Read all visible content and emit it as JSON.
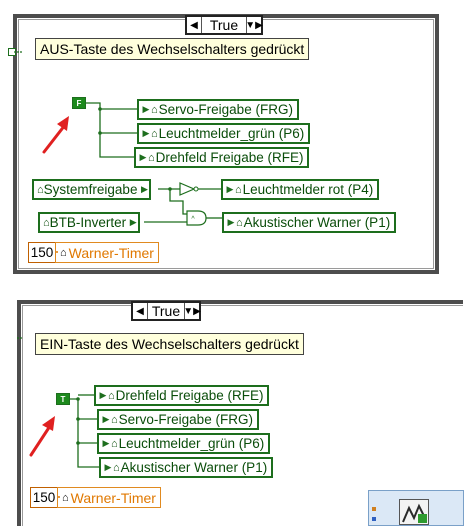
{
  "case1": {
    "selector": "True",
    "comment": "AUS-Taste des Wechselschalters gedrückt",
    "constant": "F",
    "outputs": [
      "Servo-Freigabe (FRG)",
      "Leuchtmelder_grün (P6)",
      "Drehfeld Freigabe (RFE)"
    ],
    "inputs": [
      "Systemfreigabe",
      "BTB-Inverter"
    ],
    "outputs2": [
      "Leuchtmelder rot (P4)",
      "Akustischer Warner (P1)"
    ],
    "timer_value": "150",
    "timer_label": "Warner-Timer"
  },
  "case2": {
    "selector": "True",
    "comment": "EIN-Taste des Wechselschalters gedrückt",
    "constant": "T",
    "outputs": [
      "Drehfeld Freigabe (RFE)",
      "Servo-Freigabe (FRG)",
      "Leuchtmelder_grün (P6)",
      "Akustischer Warner (P1)"
    ],
    "timer_value": "150",
    "timer_label": "Warner-Timer"
  },
  "colors": {
    "bool_wire": "#1d6e1d",
    "annotation_arrow": "#e02020",
    "numeric": "#e07800"
  }
}
